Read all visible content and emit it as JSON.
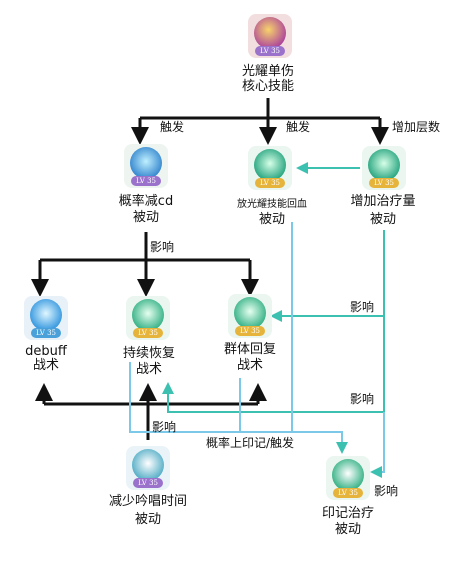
{
  "nodes": {
    "core": {
      "title": "光耀单伤",
      "subtitle": "核心技能",
      "badge": "LV 35"
    },
    "cd": {
      "title": "概率减cd",
      "subtitle": "被动",
      "badge": "LV 35"
    },
    "heal_flash": {
      "title": "放光耀技能回血",
      "subtitle": "被动",
      "badge": "LV 35"
    },
    "heal_up": {
      "title": "增加治疗量",
      "subtitle": "被动",
      "badge": "LV 35"
    },
    "debuff": {
      "title": "debuff",
      "subtitle": "战术",
      "badge": "LV 35"
    },
    "regen": {
      "title": "持续恢复",
      "subtitle": "战术",
      "badge": "LV 35"
    },
    "group_heal": {
      "title": "群体回复",
      "subtitle": "战术",
      "badge": "LV 35"
    },
    "chant": {
      "title": "减少吟唱时间",
      "subtitle": "被动",
      "badge": "LV 35"
    },
    "mark": {
      "title": "印记治疗",
      "subtitle": "被动",
      "badge": "LV 35"
    }
  },
  "edges": {
    "trigger_a": "触发",
    "trigger_b": "触发",
    "stacks": "增加层数",
    "influence_cd": "影响",
    "influence_heal_group": "影响",
    "influence_heal_bottom": "影响",
    "influence_chant": "影响",
    "mark_trigger": "概率上印记/触发",
    "influence_mark": "影响"
  },
  "colors": {
    "black_line": "#111111",
    "teal_line": "#3cc0b0",
    "blue_line": "#7cc8e8"
  }
}
